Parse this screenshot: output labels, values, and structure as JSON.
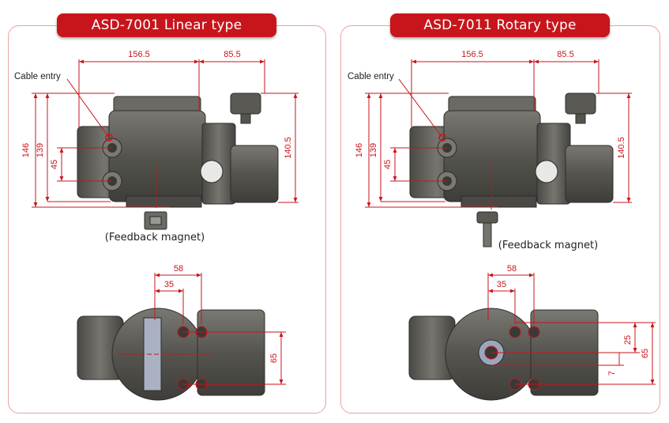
{
  "panels": {
    "linear": {
      "title": "ASD-7001 Linear type",
      "dims": {
        "width_main": "156.5",
        "width_side": "85.5",
        "height_total": "146",
        "height_body": "139",
        "port_spacing": "45",
        "height_right": "140.5",
        "top_58": "58",
        "top_35": "35",
        "top_65": "65"
      },
      "cable_entry": "Cable entry",
      "feedback": "(Feedback magnet)"
    },
    "rotary": {
      "title": "ASD-7011 Rotary type",
      "dims": {
        "width_main": "156.5",
        "width_side": "85.5",
        "height_total": "146",
        "height_body": "139",
        "port_spacing": "45",
        "height_right": "140.5",
        "top_58": "58",
        "top_35": "35",
        "top_65": "65",
        "top_25": "25",
        "top_7": "7"
      },
      "cable_entry": "Cable entry",
      "feedback": "(Feedback magnet)"
    }
  },
  "colors": {
    "accent": "#c8151c",
    "body": "#55544f",
    "body_dark": "#3a3935",
    "panel_border": "#e7a3a3"
  }
}
